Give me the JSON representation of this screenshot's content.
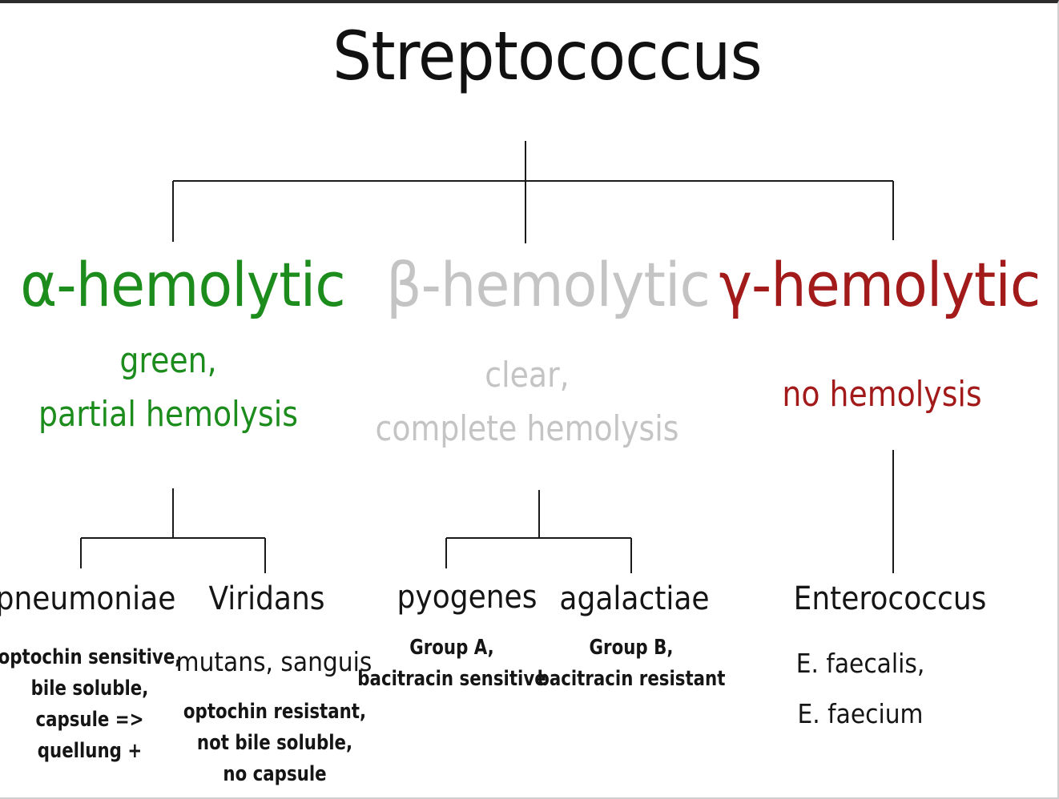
{
  "title": "Streptococcus",
  "groups": [
    {
      "name": "α-hemolytic",
      "description": [
        "green,",
        "partial hemolysis"
      ],
      "color": "#1c8c1c",
      "species": [
        {
          "name": "pneumoniae",
          "notes": [
            "optochin sensitive,",
            "bile soluble,",
            "capsule =>",
            "quellung +"
          ]
        },
        {
          "name": "Viridans",
          "subtitle": "mutans, sanguis",
          "notes": [
            "optochin resistant,",
            "not bile soluble,",
            "no capsule"
          ]
        }
      ]
    },
    {
      "name": "β-hemolytic",
      "description": [
        "clear,",
        "complete hemolysis"
      ],
      "color": "#c4c4c4",
      "species": [
        {
          "name": "pyogenes",
          "notes": [
            "Group A,",
            "bacitracin sensitive"
          ]
        },
        {
          "name": "agalactiae",
          "notes": [
            "Group B,",
            "bacitracin resistant"
          ]
        }
      ]
    },
    {
      "name": "γ-hemolytic",
      "description": [
        "no hemolysis"
      ],
      "color": "#a31a1a",
      "species": [
        {
          "name": "Enterococcus",
          "notes": [
            "E. faecalis,",
            "E. faecium"
          ]
        }
      ]
    }
  ]
}
